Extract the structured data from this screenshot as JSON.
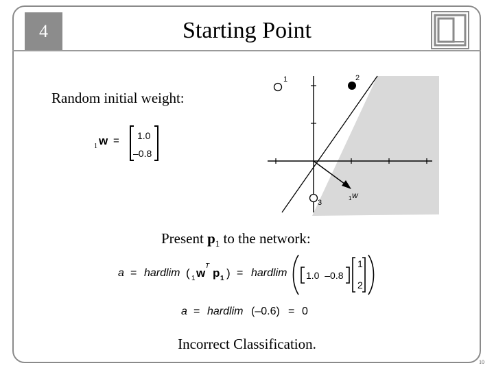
{
  "slide": {
    "chapter_number": "4",
    "title": "Starting Point",
    "page_number": "10",
    "random_weight_label": "Random initial weight:",
    "present_text_before": "Present ",
    "present_p": "p",
    "present_sub": "1",
    "present_text_after": " to the network:",
    "conclusion": "Incorrect Classification."
  },
  "weight_eq": {
    "pre_sub": "1",
    "var": "w",
    "eq": "=",
    "top": "1.0",
    "bottom": "–0.8"
  },
  "eq1": {
    "a": "a",
    "eq": "=",
    "fn": "hardlim",
    "paren_open": "(",
    "pre_sub": "1",
    "w": "w",
    "sup_T": "T",
    "p": "p",
    "p_sub": "1",
    "paren_close": ")",
    "eq2": "=",
    "fn2": "hardlim",
    "row": "1.0  –0.8",
    "col_top": "1",
    "col_bottom": "2"
  },
  "eq2": {
    "a": "a",
    "eq": "=",
    "fn": "hardlim",
    "arg": "(–0.6)",
    "eq2": "=",
    "result": "0"
  },
  "diagram": {
    "point_labels": [
      "2",
      "1",
      "3"
    ],
    "weight_label_sub": "1",
    "weight_label": "w",
    "colors": {
      "shaded_region": "#d9d9d9",
      "axes": "#000000"
    }
  }
}
